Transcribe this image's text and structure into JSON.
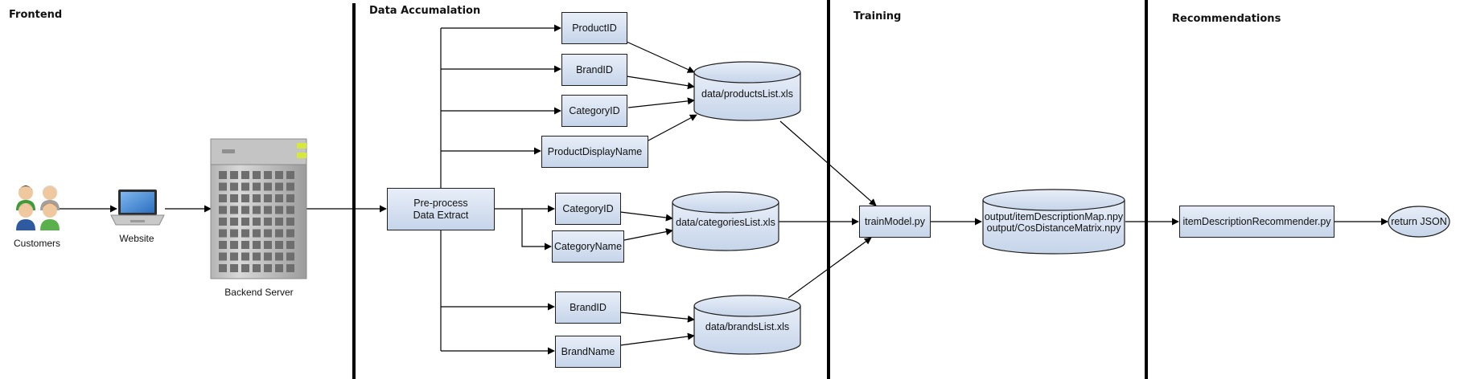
{
  "sections": {
    "frontend": "Frontend",
    "data_accumulation": "Data Accumalation",
    "training": "Training",
    "recommendations": "Recommendations"
  },
  "frontend": {
    "customers_label": "Customers",
    "website_label": "Website",
    "server_label": "Backend Server"
  },
  "nodes": {
    "preprocess_line1": "Pre-process",
    "preprocess_line2": "Data Extract",
    "product_id": "ProductID",
    "brand_id_1": "BrandID",
    "category_id_1": "CategoryID",
    "product_display_name": "ProductDisplayName",
    "category_id_2": "CategoryID",
    "category_name": "CategoryName",
    "brand_id_2": "BrandID",
    "brand_name": "BrandName",
    "train_model": "trainModel.py",
    "item_recommender": "itemDescriptionRecommender.py",
    "return_json": "return JSON"
  },
  "datastores": {
    "products": "data/productsList.xls",
    "categories": "data/categoriesList.xls",
    "brands": "data/brandsList.xls",
    "output_line1": "output/itemDescriptionMap.npy",
    "output_line2": "output/CosDistanceMatrix.npy"
  },
  "colors": {
    "node_fill_top": "#e8eef8",
    "node_fill_bottom": "#c6d5ea",
    "stroke": "#1f1f1f",
    "divider": "#000000"
  }
}
